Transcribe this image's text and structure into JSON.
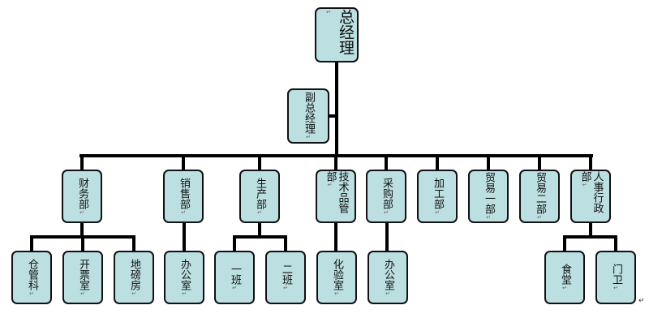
{
  "org": {
    "gm": "总经理",
    "deputy": "副总经理",
    "departments": [
      {
        "id": "finance",
        "name": "财务部",
        "children": [
          "仓管科",
          "开票室",
          "地磅房"
        ]
      },
      {
        "id": "sales",
        "name": "销售部",
        "children": [
          "办公室"
        ]
      },
      {
        "id": "production",
        "name": "生产部",
        "children": [
          "一班",
          "二班"
        ]
      },
      {
        "id": "quality",
        "name": "技术品管部",
        "children": [
          "化验室"
        ]
      },
      {
        "id": "purchasing",
        "name": "采购部",
        "children": [
          "办公室"
        ]
      },
      {
        "id": "processing",
        "name": "加工部",
        "children": []
      },
      {
        "id": "trade1",
        "name": "贸易一部",
        "children": []
      },
      {
        "id": "trade2",
        "name": "贸易二部",
        "children": []
      },
      {
        "id": "hr",
        "name": "人事行政部",
        "children": [
          "食堂",
          "门卫"
        ]
      }
    ],
    "paragraph_mark": "↵",
    "line_end_mark": "↵"
  },
  "colors": {
    "box_fill": "#bcdfe1",
    "line": "#000000"
  }
}
